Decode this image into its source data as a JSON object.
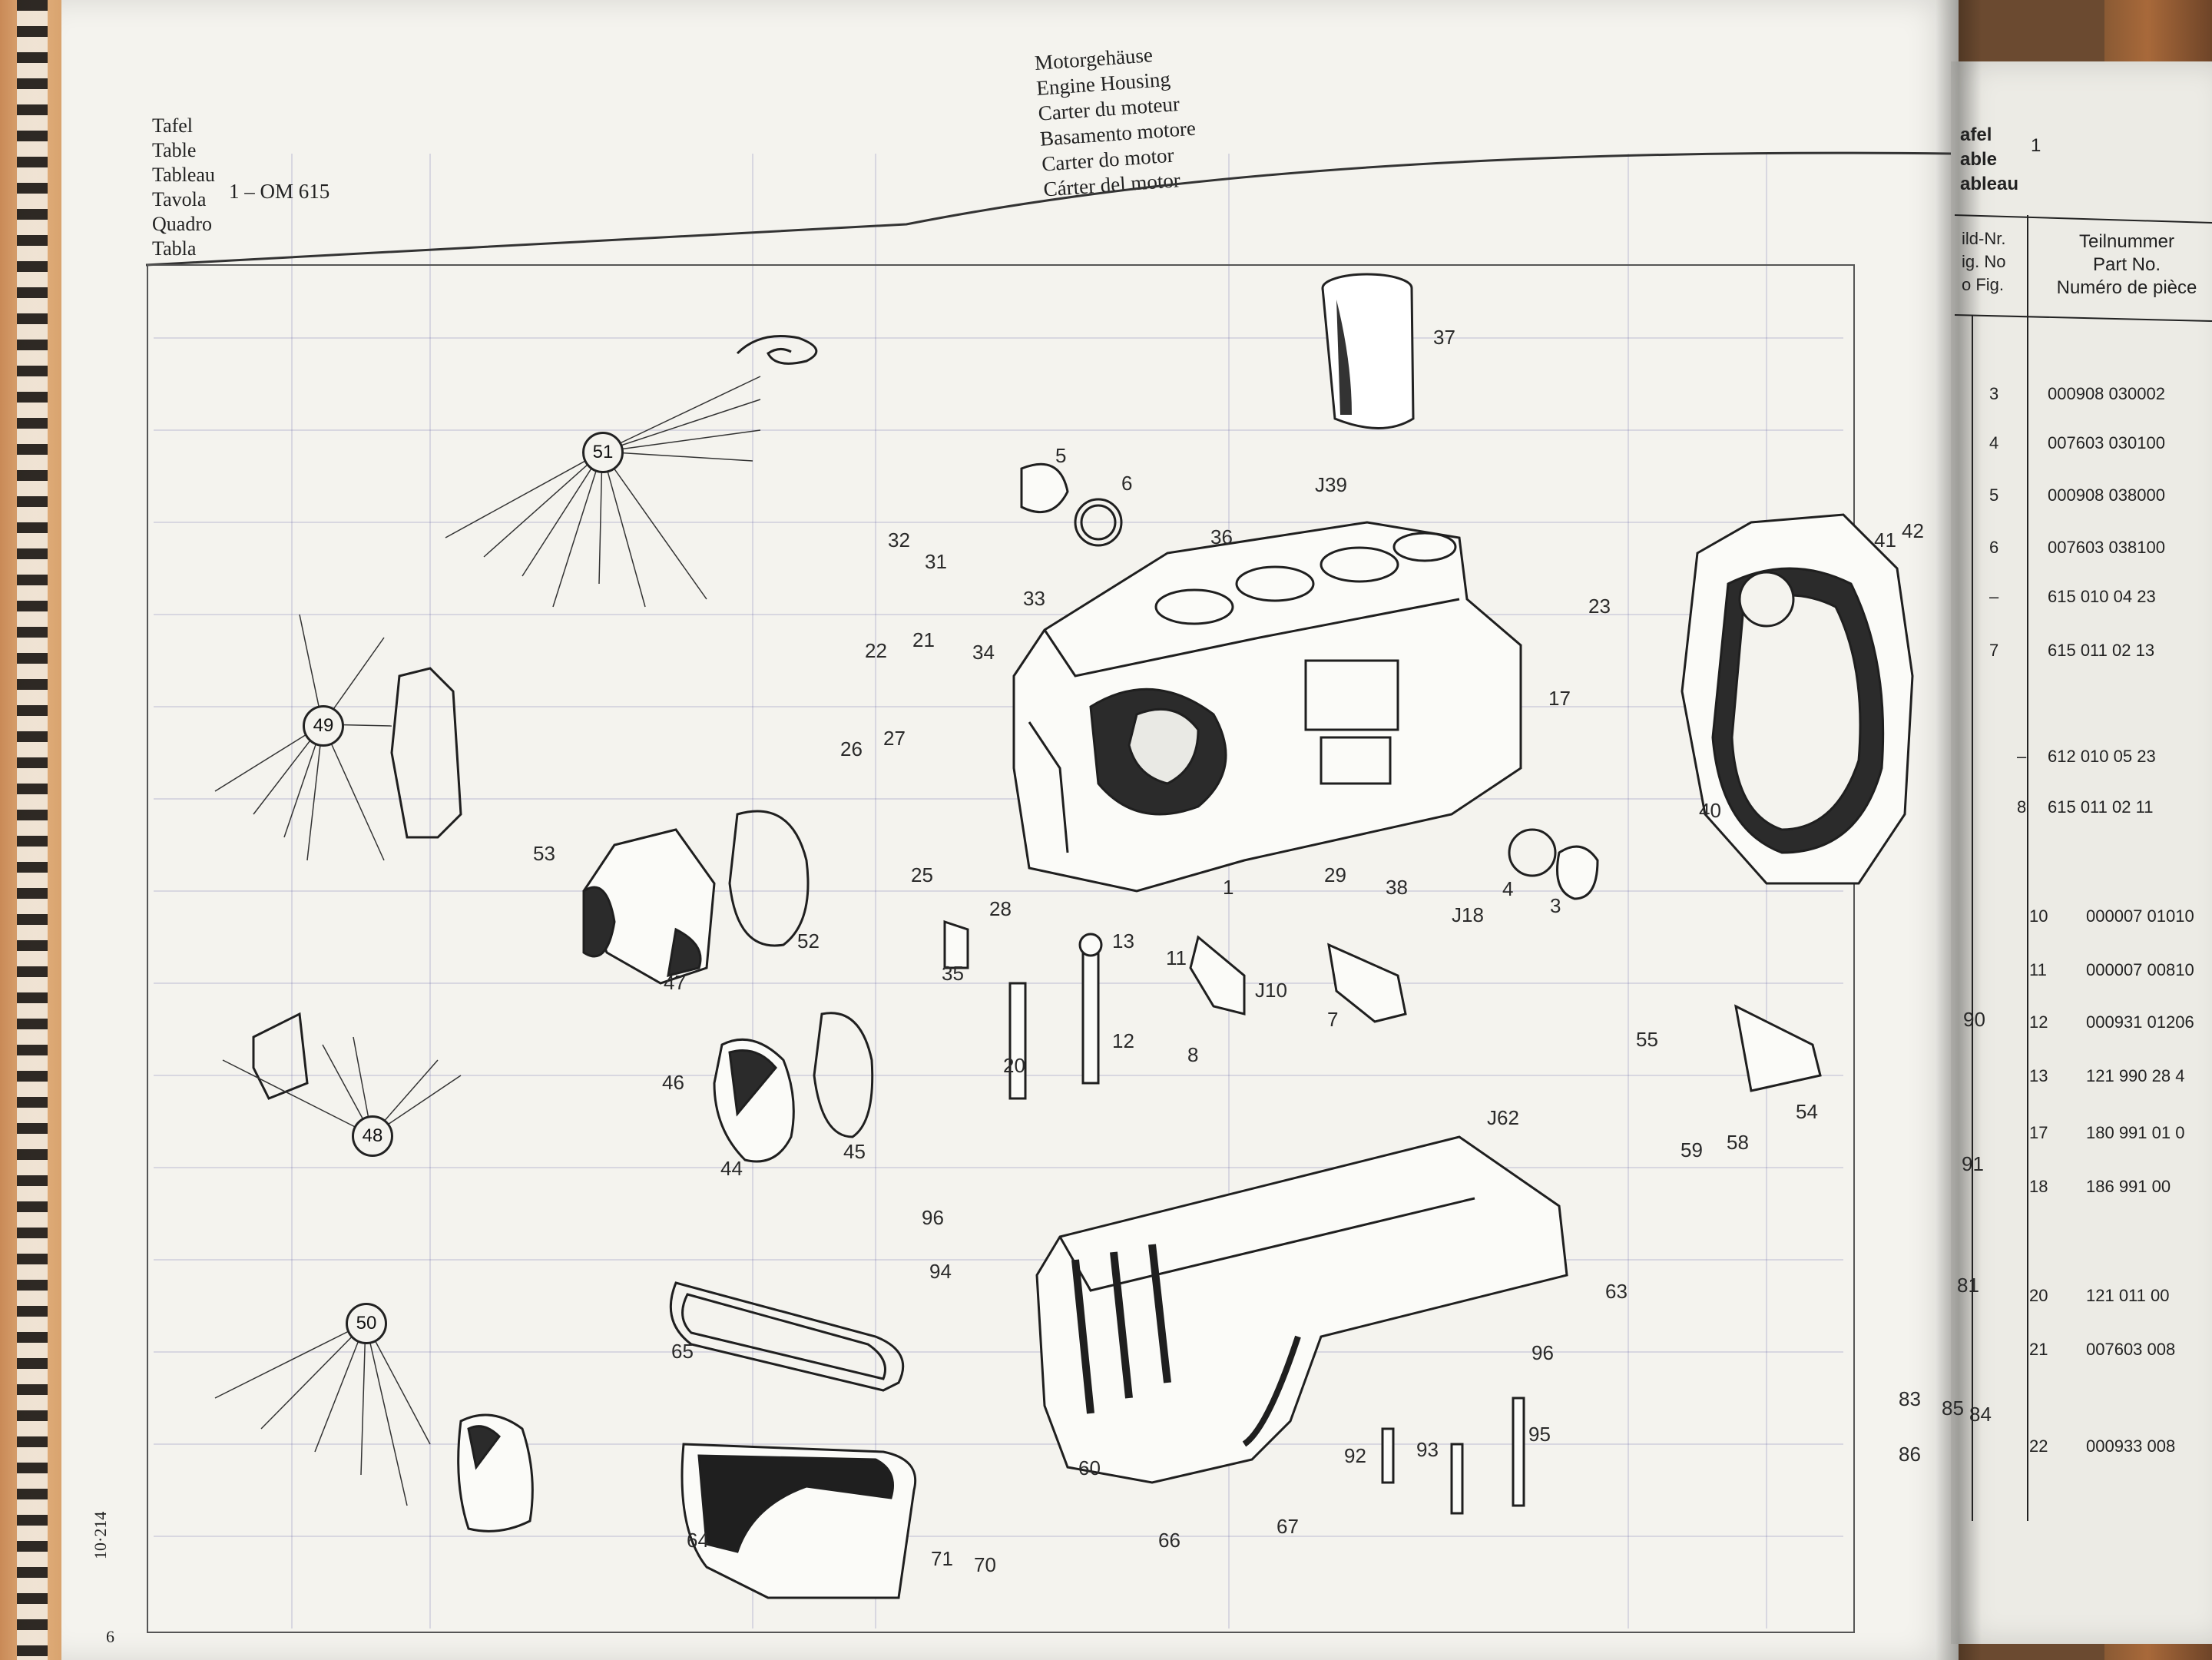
{
  "header": {
    "label_lines": [
      "Tafel",
      "Table",
      "Tableau",
      "Tavola",
      "Quadro",
      "Tabla"
    ],
    "table_id": "1 – OM 615",
    "title_lines": [
      "Motorgehäuse",
      "Engine Housing",
      "Carter du moteur",
      "Basamento motore",
      "Carter do motor",
      "Cárter del motor"
    ]
  },
  "footer": {
    "page_code": "10·214",
    "page_number": "6"
  },
  "callouts": [
    "51",
    "49",
    "48",
    "50"
  ],
  "part_labels": [
    "37",
    "5",
    "6",
    "J39",
    "32",
    "31",
    "36",
    "33",
    "41",
    "42",
    "23",
    "22",
    "21",
    "34",
    "17",
    "26",
    "27",
    "25",
    "28",
    "53",
    "52",
    "47",
    "29",
    "38",
    "4",
    "3",
    "J18",
    "1",
    "40",
    "13",
    "11",
    "J10",
    "7",
    "12",
    "20",
    "8",
    "35",
    "46",
    "44",
    "45",
    "55",
    "54",
    "J62",
    "59",
    "58",
    "96",
    "94",
    "63",
    "65",
    "96",
    "95",
    "60",
    "92",
    "93",
    "64",
    "71",
    "70",
    "66",
    "67",
    "90",
    "91",
    "81",
    "83",
    "85",
    "84",
    "86"
  ],
  "right_page": {
    "header_lines": [
      "afel",
      "able",
      "ableau"
    ],
    "table_number": "1",
    "col_fig": [
      "ild-Nr.",
      "ig. No",
      "o Fig."
    ],
    "col_part": [
      "Teilnummer",
      "Part No.",
      "Numéro de pièce"
    ],
    "rows": [
      {
        "fig": "3",
        "part": "000908 030002"
      },
      {
        "fig": "4",
        "part": "007603 030100"
      },
      {
        "fig": "5",
        "part": "000908 038000"
      },
      {
        "fig": "6",
        "part": "007603 038100"
      },
      {
        "fig": "–",
        "part": "615 010 04 23"
      },
      {
        "fig": "7",
        "part": "615 011 02 13"
      },
      {
        "fig": "–",
        "part": "612 010 05 23"
      },
      {
        "fig": "8",
        "part": "615 011 02 11"
      },
      {
        "fig": "10",
        "part": "000007 01010"
      },
      {
        "fig": "11",
        "part": "000007 00810"
      },
      {
        "fig": "12",
        "part": "000931 01206"
      },
      {
        "fig": "13",
        "part": "121 990 28 4"
      },
      {
        "fig": "17",
        "part": "180 991 01 0"
      },
      {
        "fig": "18",
        "part": "186 991 00"
      },
      {
        "fig": "20",
        "part": "121 011 00"
      },
      {
        "fig": "21",
        "part": "007603 008"
      },
      {
        "fig": "22",
        "part": "000933 008"
      }
    ]
  }
}
